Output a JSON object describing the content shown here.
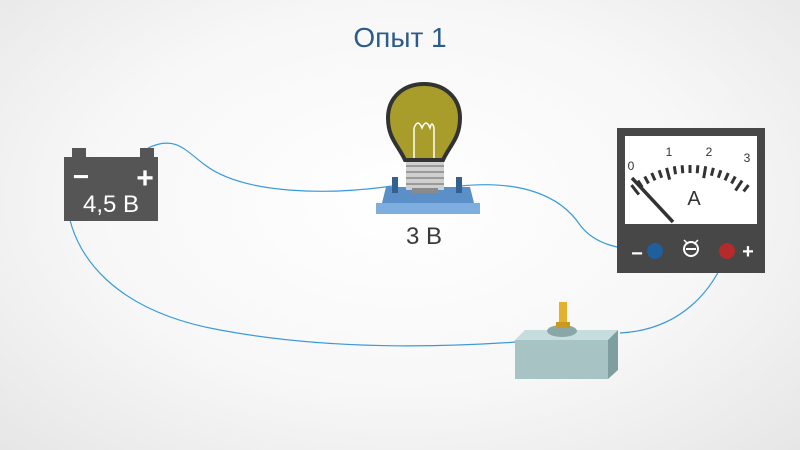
{
  "title": "Опыт 1",
  "battery": {
    "label": "4,5 В",
    "minus": "−",
    "plus": "+"
  },
  "bulb": {
    "label": "3 В"
  },
  "ammeter": {
    "unit": "А",
    "scale": [
      "0",
      "1",
      "2",
      "3"
    ],
    "minus": "−",
    "plus": "+"
  },
  "colors": {
    "wire": "#3a9ad9",
    "battery": "#555555",
    "bulb_glass": "#a89d2a",
    "socket": "#5b8fc7",
    "ammeter_body": "#474747",
    "key_body": "#a7c3c4",
    "terminal_minus": "#1f5f9e",
    "terminal_plus": "#b52a2a",
    "key_handle": "#e5b12c"
  }
}
